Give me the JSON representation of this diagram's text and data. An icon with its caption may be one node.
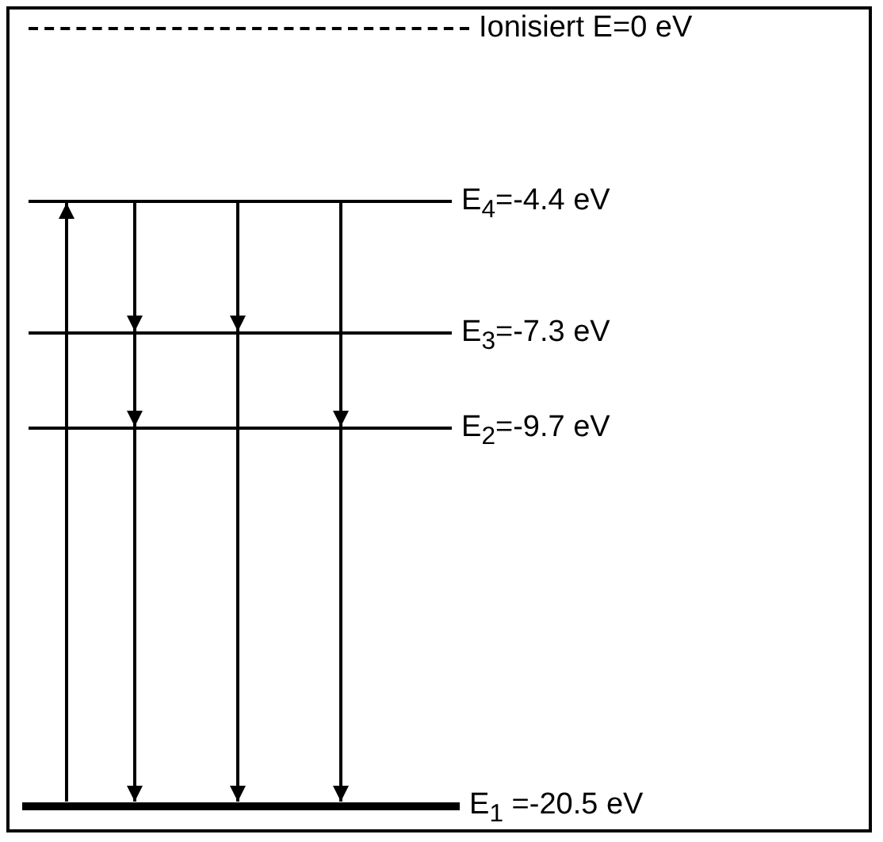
{
  "diagram": {
    "nodes": [
      {
        "text": [],
        "shape": "line",
        "beside": [
          "Ionisiert E=0 eV"
        ]
      },
      {
        "text": [],
        "shape": "line",
        "beside": [
          "E$_{4}$=-4.4 eV"
        ]
      },
      {
        "text": [],
        "shape": "line",
        "beside": [
          "E$_{3}$=-7.3 eV"
        ]
      },
      {
        "text": [],
        "shape": "line",
        "beside": [
          "E$_{2}$=-9.7 eV"
        ]
      },
      {
        "text": [],
        "shape": "line",
        "beside": [
          "E$_{1}$ =-20.5 eV"
        ]
      }
    ],
    "edges": [
      {
        "from": 4,
        "to": 1,
        "arrow": "to"
      },
      {
        "from": 1,
        "to": 2,
        "arrow": "to"
      },
      {
        "from": 2,
        "to": 3,
        "arrow": "to"
      },
      {
        "from": 3,
        "to": 4,
        "arrow": "to"
      },
      {
        "from": 1,
        "to": 2,
        "arrow": "to"
      },
      {
        "from": 2,
        "to": 4,
        "arrow": "to"
      },
      {
        "from": 1,
        "to": 3,
        "arrow": "to"
      },
      {
        "from": 3,
        "to": 4,
        "arrow": "to"
      }
    ]
  }
}
